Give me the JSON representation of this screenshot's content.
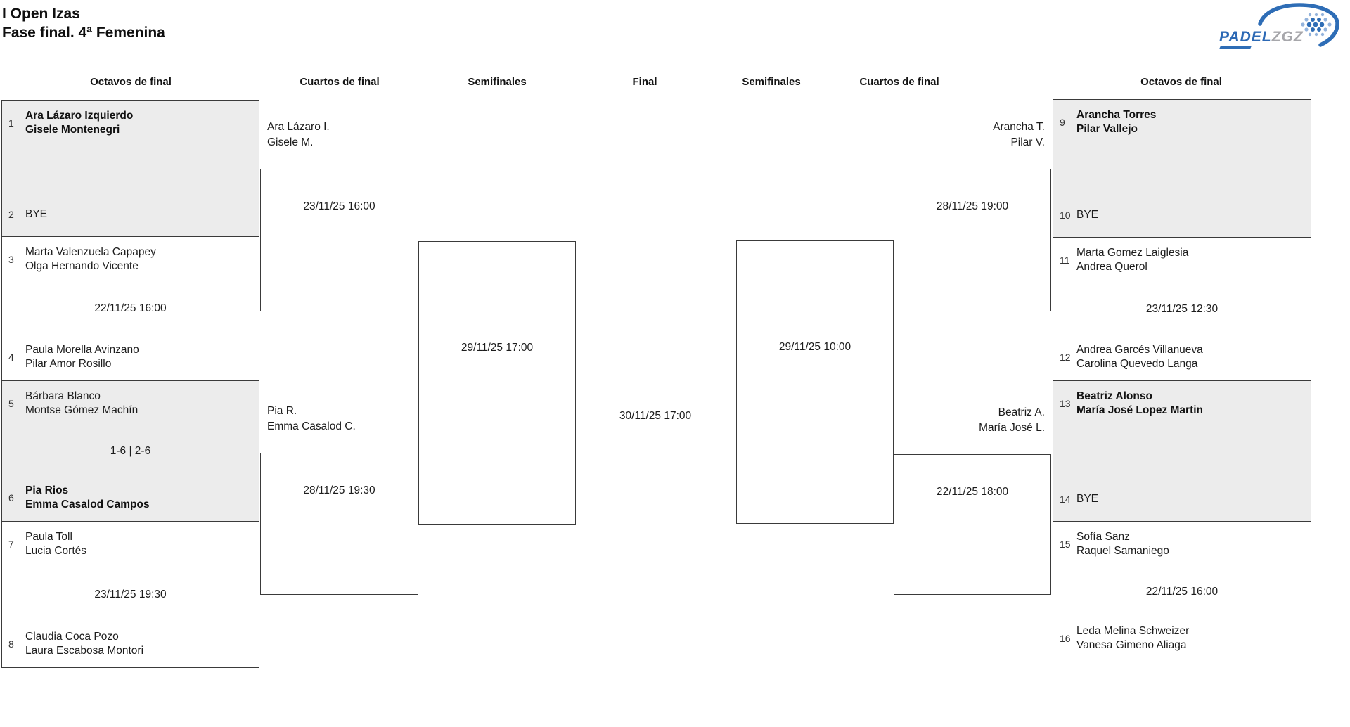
{
  "title": {
    "line1": "I Open Izas",
    "line2": "Fase final. 4ª Femenina"
  },
  "logo": {
    "brand_primary": "PADEL",
    "brand_secondary": "ZGZ",
    "racket_icon": "padel-racket-icon"
  },
  "round_headers": {
    "octavos_left": "Octavos de final",
    "cuartos_left": "Cuartos de final",
    "semis_left": "Semifinales",
    "final": "Final",
    "semis_right": "Semifinales",
    "cuartos_right": "Cuartos de final",
    "octavos_right": "Octavos de final"
  },
  "octavos": {
    "m1": {
      "seed_top": "1",
      "top1": "Ara Lázaro Izquierdo",
      "top2": "Gisele Montenegri",
      "center": "",
      "seed_bottom": "2",
      "bottom1": "BYE",
      "bottom2": ""
    },
    "m2": {
      "seed_top": "3",
      "top1": "Marta Valenzuela Capapey",
      "top2": "Olga Hernando Vicente",
      "center": "22/11/25 16:00",
      "seed_bottom": "4",
      "bottom1": "Paula Morella Avinzano",
      "bottom2": "Pilar Amor Rosillo"
    },
    "m3": {
      "seed_top": "5",
      "top1": "Bárbara Blanco",
      "top2": "Montse Gómez Machín",
      "center": "1-6 | 2-6",
      "seed_bottom": "6",
      "bottom1": "Pia Rios",
      "bottom2": "Emma Casalod Campos"
    },
    "m4": {
      "seed_top": "7",
      "top1": "Paula Toll",
      "top2": "Lucia Cortés",
      "center": "23/11/25 19:30",
      "seed_bottom": "8",
      "bottom1": "Claudia Coca Pozo",
      "bottom2": "Laura Escabosa Montori"
    },
    "m5": {
      "seed_top": "9",
      "top1": "Arancha Torres",
      "top2": "Pilar Vallejo",
      "center": "",
      "seed_bottom": "10",
      "bottom1": "BYE",
      "bottom2": ""
    },
    "m6": {
      "seed_top": "11",
      "top1": "Marta Gomez Laiglesia",
      "top2": "Andrea Querol",
      "center": "23/11/25 12:30",
      "seed_bottom": "12",
      "bottom1": "Andrea Garcés Villanueva",
      "bottom2": "Carolina Quevedo Langa"
    },
    "m7": {
      "seed_top": "13",
      "top1": "Beatriz Alonso",
      "top2": "María José Lopez Martin",
      "center": "",
      "seed_bottom": "14",
      "bottom1": "BYE",
      "bottom2": ""
    },
    "m8": {
      "seed_top": "15",
      "top1": "Sofía Sanz",
      "top2": "Raquel Samaniego",
      "center": "22/11/25 16:00",
      "seed_bottom": "16",
      "bottom1": "Leda Melina Schweizer",
      "bottom2": "Vanesa Gimeno Aliaga"
    }
  },
  "cuartos": {
    "c1": {
      "winner1": "Ara Lázaro I.",
      "winner2": "Gisele M.",
      "date": "23/11/25 16:00"
    },
    "c2": {
      "winner1": "Pia R.",
      "winner2": "Emma Casalod C.",
      "date": "28/11/25 19:30"
    },
    "c3": {
      "winner1": "Arancha T.",
      "winner2": "Pilar V.",
      "date": "28/11/25 19:00"
    },
    "c4": {
      "winner1": "Beatriz A.",
      "winner2": "María José L.",
      "date": "22/11/25 18:00"
    }
  },
  "semifinales": {
    "left_date": "29/11/25 17:00",
    "right_date": "29/11/25 10:00"
  },
  "final": {
    "date": "30/11/25 17:00"
  },
  "colors": {
    "accent_blue": "#2e6db6",
    "light_blue": "#93b3dc",
    "brand_gray": "#a7a7ab",
    "box_shade": "#ececec",
    "box_border": "#3a3a3a"
  }
}
